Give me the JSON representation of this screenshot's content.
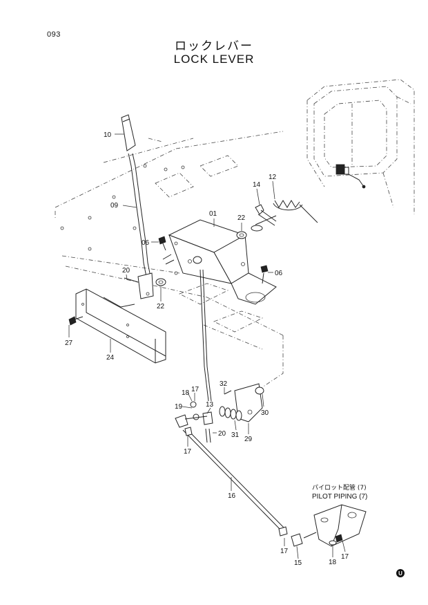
{
  "page_number": "093",
  "title_jp": "ロックレバー",
  "title_en": "LOCK LEVER",
  "notes": [
    {
      "jp": "パイロット配管 (7)",
      "en": "PILOT PIPING (7)"
    }
  ],
  "callouts": [
    {
      "id": "c10",
      "text": "10"
    },
    {
      "id": "c09",
      "text": "09"
    },
    {
      "id": "c20a",
      "text": "20"
    },
    {
      "id": "c22a",
      "text": "22"
    },
    {
      "id": "c27",
      "text": "27"
    },
    {
      "id": "c24",
      "text": "24"
    },
    {
      "id": "c06a",
      "text": "06"
    },
    {
      "id": "c01",
      "text": "01"
    },
    {
      "id": "c22b",
      "text": "22"
    },
    {
      "id": "c14",
      "text": "14"
    },
    {
      "id": "c12",
      "text": "12"
    },
    {
      "id": "c06b",
      "text": "06"
    },
    {
      "id": "c32",
      "text": "32"
    },
    {
      "id": "c18a",
      "text": "18"
    },
    {
      "id": "c17a",
      "text": "17"
    },
    {
      "id": "c19",
      "text": "19"
    },
    {
      "id": "c13",
      "text": "13"
    },
    {
      "id": "c30",
      "text": "30"
    },
    {
      "id": "c20b",
      "text": "20"
    },
    {
      "id": "c31",
      "text": "31"
    },
    {
      "id": "c29",
      "text": "29"
    },
    {
      "id": "c17b",
      "text": "17"
    },
    {
      "id": "c16",
      "text": "16"
    },
    {
      "id": "c17c",
      "text": "17"
    },
    {
      "id": "c15",
      "text": "15"
    },
    {
      "id": "c18b",
      "text": "18"
    },
    {
      "id": "c17d",
      "text": "17"
    }
  ],
  "badge": "U"
}
